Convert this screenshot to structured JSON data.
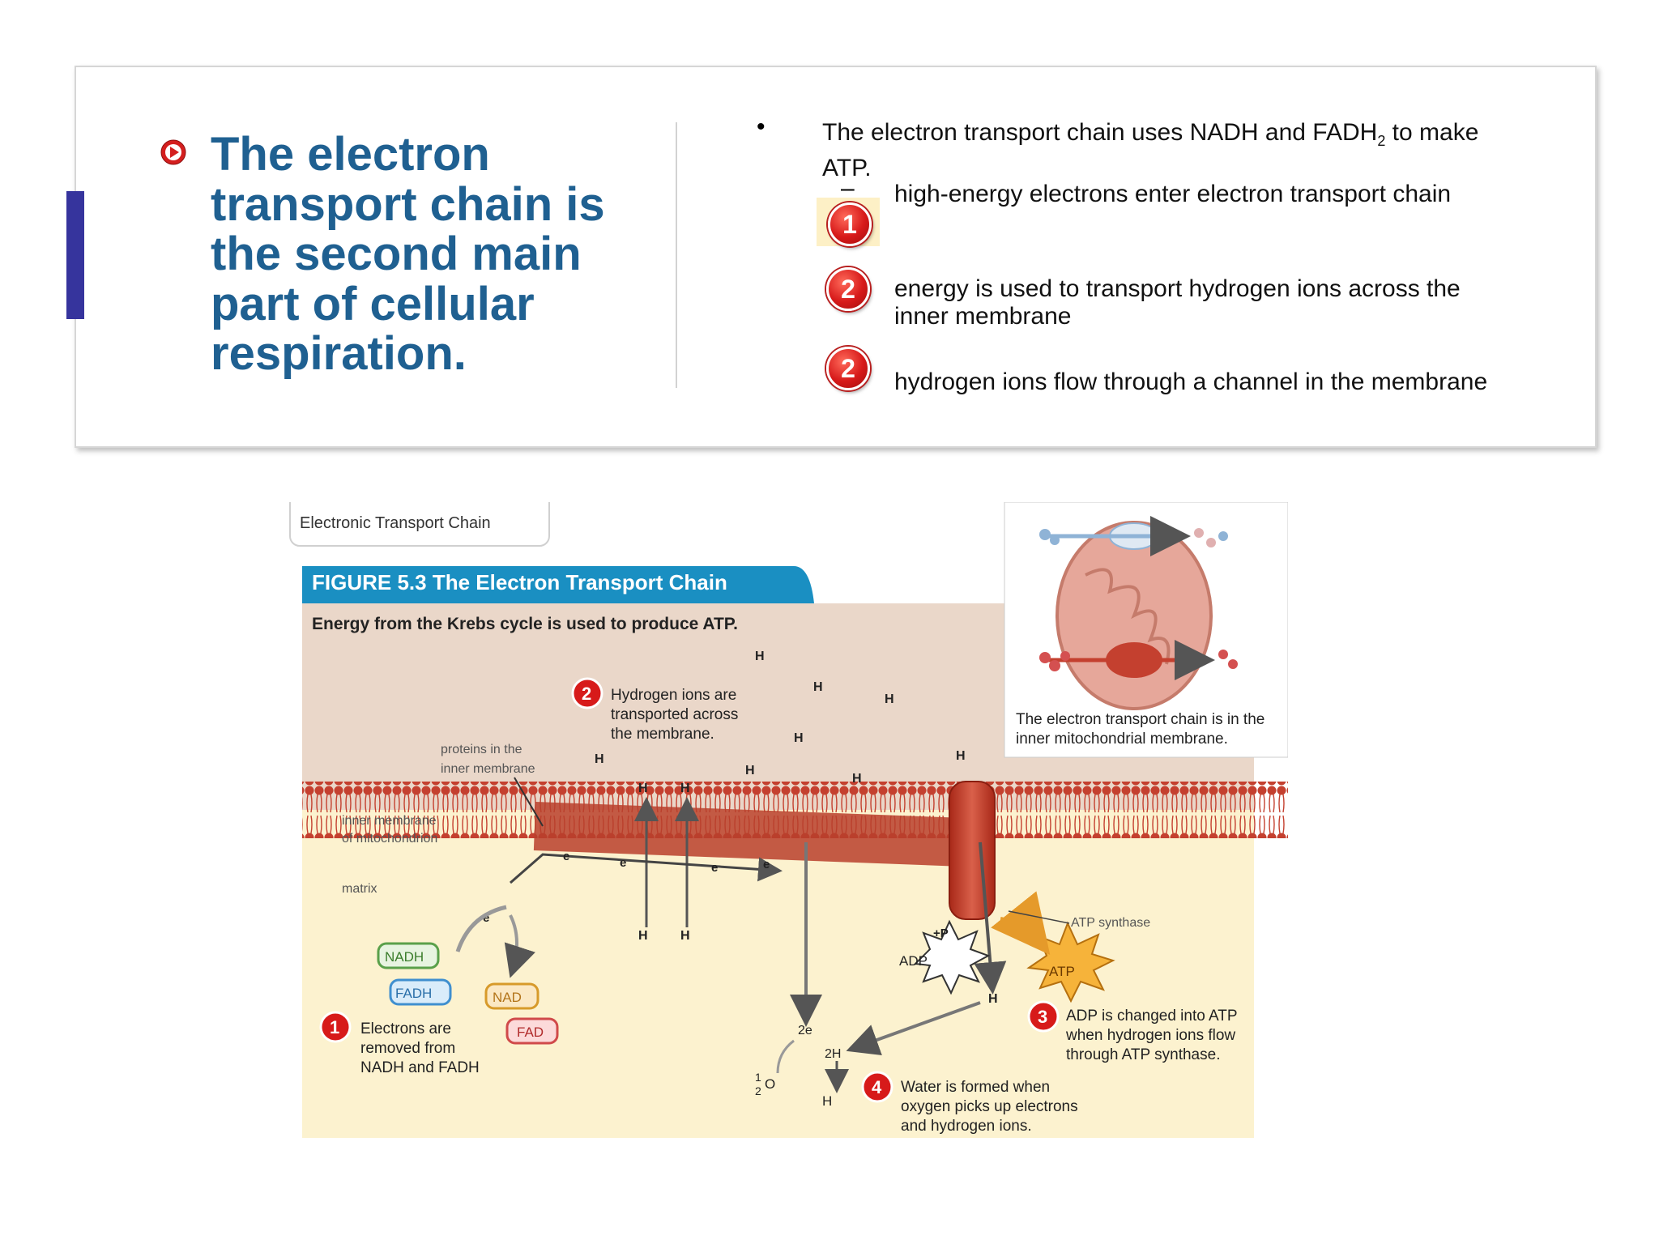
{
  "slide": {
    "heading_lines": [
      "The electron",
      "transport chain is",
      "the second main",
      "part of cellular",
      "respiration."
    ],
    "bullet_line1": "The electron transport chain uses NADH and FADH",
    "bullet_sub": "2",
    "bullet_line1_end": " to make",
    "bullet_line2": "ATP.",
    "dash": "–",
    "steps": [
      {
        "badge": "1",
        "text": "high-energy electrons enter electron transport chain"
      },
      {
        "badge": "2",
        "text_line1": "energy is used to transport hydrogen ions across the",
        "text_line2": "inner membrane"
      },
      {
        "badge": "2",
        "text": "hydrogen ions flow through a channel in the membrane"
      }
    ]
  },
  "figure": {
    "tab_label": "Electronic Transport Chain",
    "title": "FIGURE 5.3  The Electron Transport Chain",
    "subtitle": "Energy from the Krebs cycle is used to produce ATP.",
    "inset_caption_line1": "The electron transport chain is in the",
    "inset_caption_line2": "inner mitochondrial membrane.",
    "label_proteins_1": "proteins in the",
    "label_proteins_2": "inner membrane",
    "label_inner_1": "inner membrane",
    "label_inner_2": "of mitochondrion",
    "label_matrix": "matrix",
    "label_atp_synthase": "ATP synthase",
    "step1_line1": "Electrons are",
    "step1_line2": "removed from",
    "step1_line3": "NADH and FADH",
    "step2_line1": "Hydrogen ions are",
    "step2_line2": "transported across",
    "step2_line3": "the membrane.",
    "step3_line1": "ADP is changed into ATP",
    "step3_line2": "when hydrogen ions flow",
    "step3_line3": "through ATP synthase.",
    "step4_line1": "Water is formed when",
    "step4_line2": "oxygen picks up electrons",
    "step4_line3": "and hydrogen ions.",
    "molecules": {
      "nadh": "NADH",
      "fadh2": "FADH",
      "nad": "NAD",
      "fad": "FAD",
      "adp": "ADP",
      "atp": "ATP",
      "plus_p": "+P",
      "two_e": "2e",
      "two_h": "2H",
      "h2o": "H",
      "half": "1",
      "half_den": "2",
      "o2": "O"
    },
    "h_ion": "H",
    "electron": "e"
  },
  "colors": {
    "heading": "#1f6091",
    "accent_bar": "#36349d",
    "figure_tab": "#1a8fc2",
    "intermembrane": "#ead7c9",
    "matrix": "#fcf2cf",
    "membrane": "#c4402f",
    "badge": "#d71a1a"
  },
  "icons": [
    "play-bullet-icon",
    "mitochondrion-icon",
    "adp-burst-icon",
    "atp-burst-icon"
  ]
}
